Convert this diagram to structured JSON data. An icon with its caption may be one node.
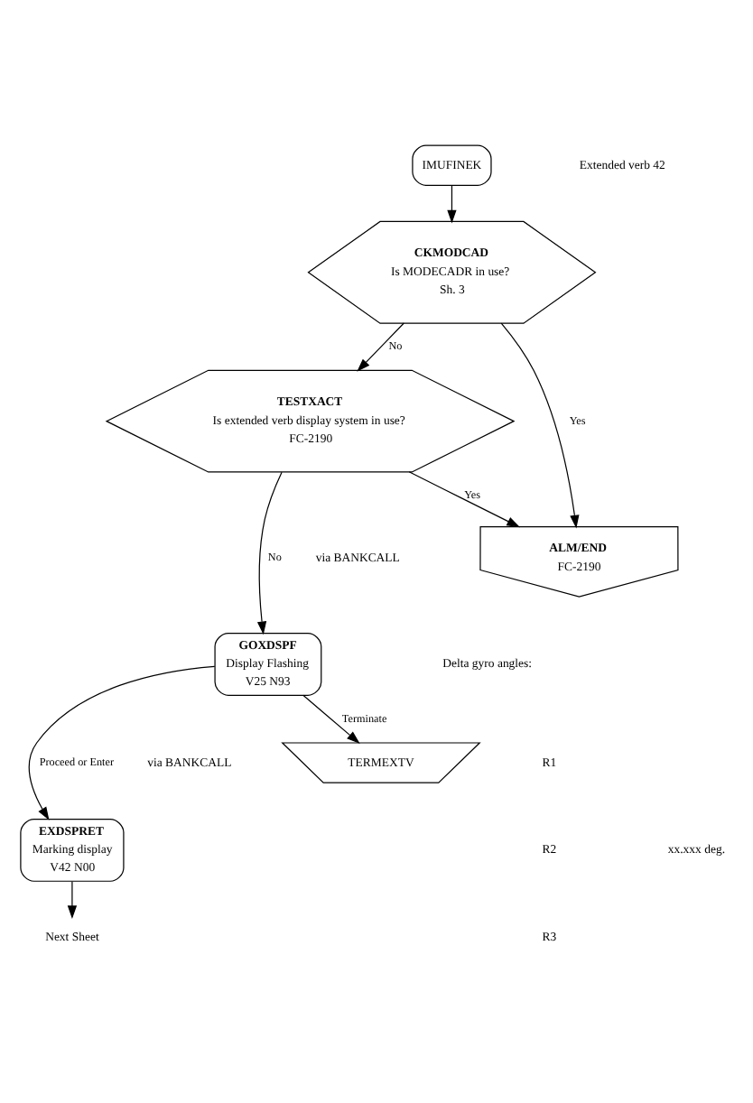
{
  "diagram": {
    "nodes": [
      {
        "text": [
          "IMUFINEK"
        ]
      },
      {
        "text": [
          "CKMODCAD",
          "Is MODECADR in use?",
          "Sh. 3"
        ]
      },
      {
        "text": [
          "TESTXACT",
          "Is extended verb display system in use?",
          "FC-2190"
        ]
      },
      {
        "text": [
          "ALM/END",
          "FC-2190"
        ]
      },
      {
        "text": [
          "GOXDSPF",
          "Display Flashing",
          "V25 N93"
        ]
      },
      {
        "text": [
          "TERMEXTV"
        ]
      },
      {
        "text": [
          "EXDSPRET",
          "Marking display",
          "V42 N00"
        ]
      },
      {
        "text": [
          "Next Sheet"
        ]
      }
    ],
    "edges": [
      {
        "from": 0,
        "to": 1,
        "arrow": "to"
      },
      {
        "from": 1,
        "to": 3,
        "arrow": "to",
        "label": "Yes"
      },
      {
        "from": 1,
        "to": 2,
        "arrow": "to",
        "label": "No"
      },
      {
        "from": 2,
        "to": 3,
        "arrow": "to",
        "label": "Yes"
      },
      {
        "from": 2,
        "to": 4,
        "arrow": "to",
        "label": "No"
      },
      {
        "from": 4,
        "to": 5,
        "arrow": "to",
        "label": "Terminate"
      },
      {
        "from": 4,
        "to": 6,
        "arrow": "to",
        "label": "Proceed or Enter"
      },
      {
        "from": 6,
        "to": 7,
        "arrow": "to"
      }
    ],
    "labels": [
      "Extended verb 42",
      "via BANKCALL",
      "Delta gyro angles:",
      "R1",
      "R2",
      "R3",
      "xx.xxx deg.",
      "via BANKCALL"
    ]
  }
}
